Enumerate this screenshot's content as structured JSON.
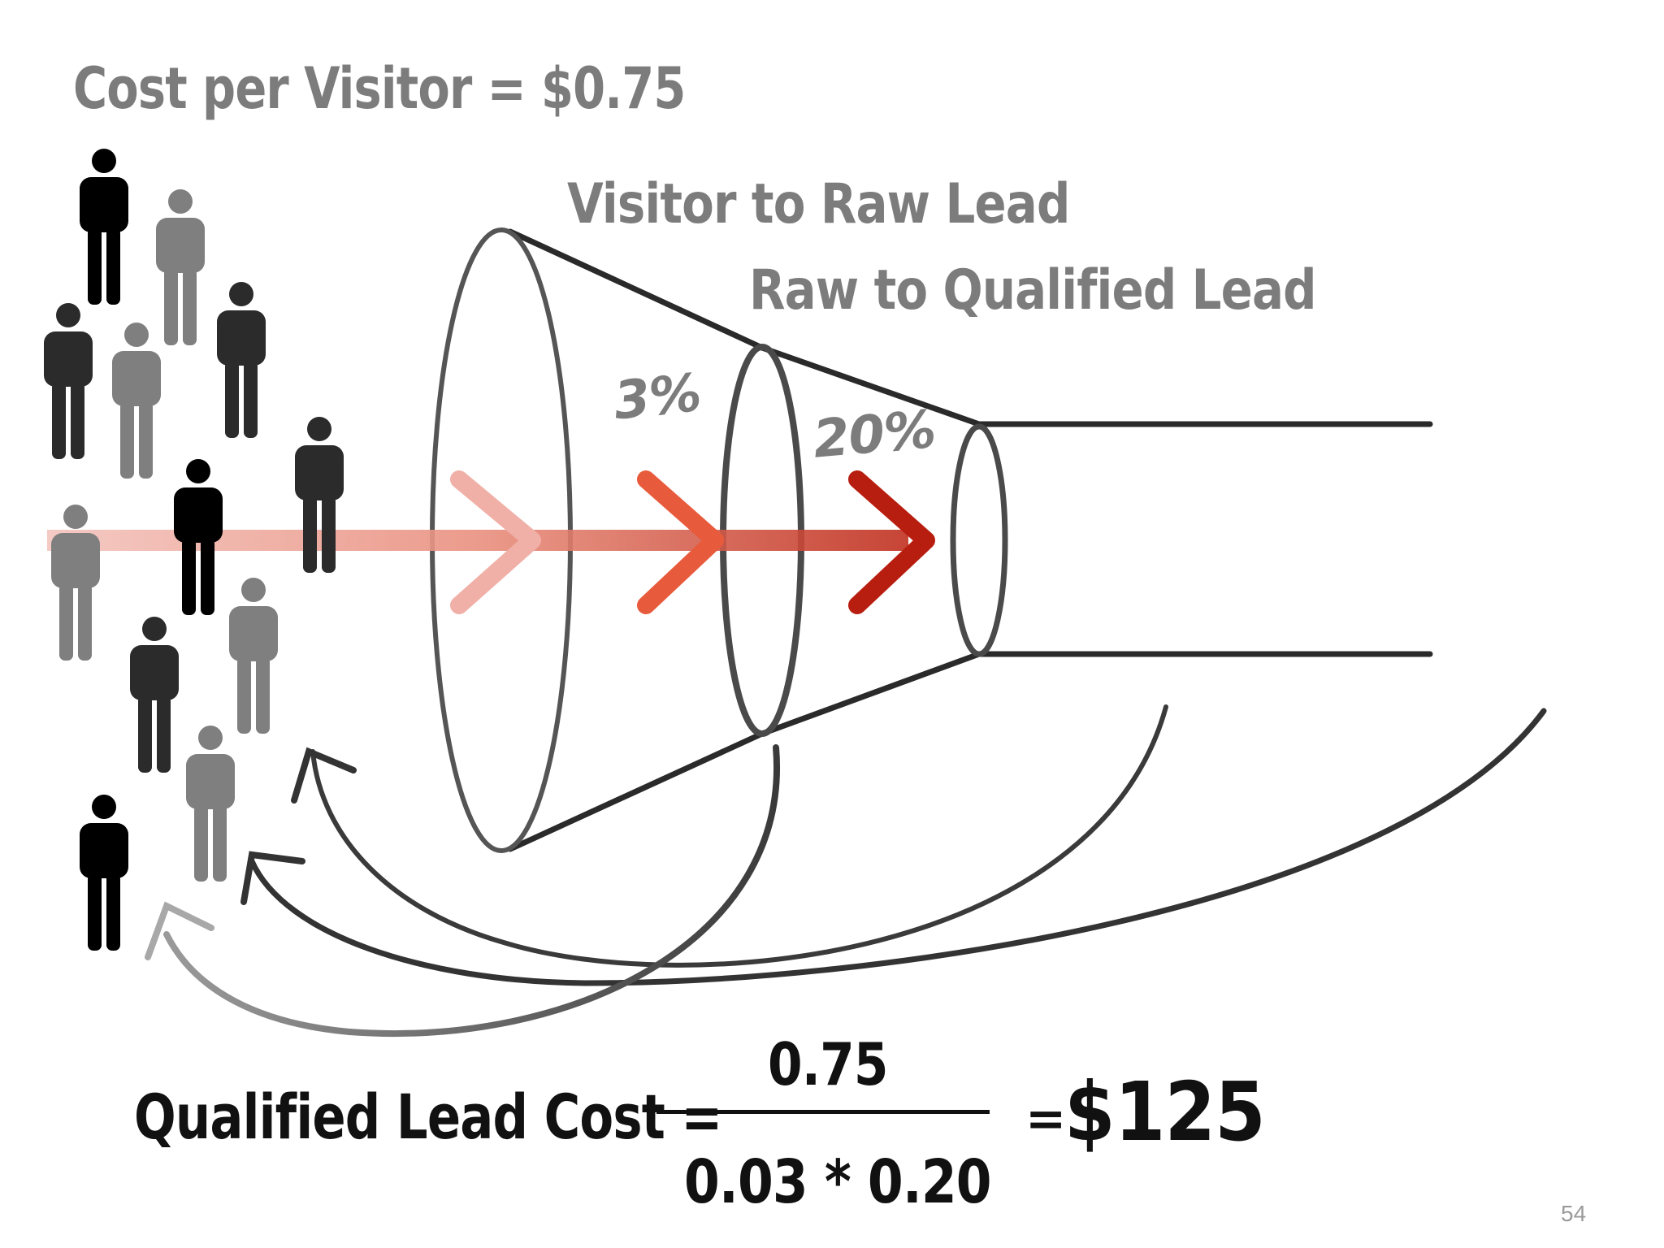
{
  "header": {
    "cost_per_visitor": "Cost per Visitor = $0.75"
  },
  "funnel": {
    "stage_labels": [
      "Visitor to Raw Lead",
      "Raw to Qualified Lead"
    ],
    "conversion_rates": [
      "3%",
      "20%"
    ]
  },
  "formula": {
    "label": "Qualified Lead Cost =",
    "numerator": "0.75",
    "denominator": "0.03 * 0.20",
    "equals": "=",
    "result": "$125"
  },
  "slide": {
    "page_number": "54"
  },
  "colors": {
    "label_gray": "#7c7c7c",
    "person_shades": [
      "#000000",
      "#2b2b2b",
      "#555555",
      "#7f7f7f"
    ],
    "arrow_reds": [
      "#f0b0a8",
      "#e85a3c",
      "#b81e10"
    ]
  }
}
